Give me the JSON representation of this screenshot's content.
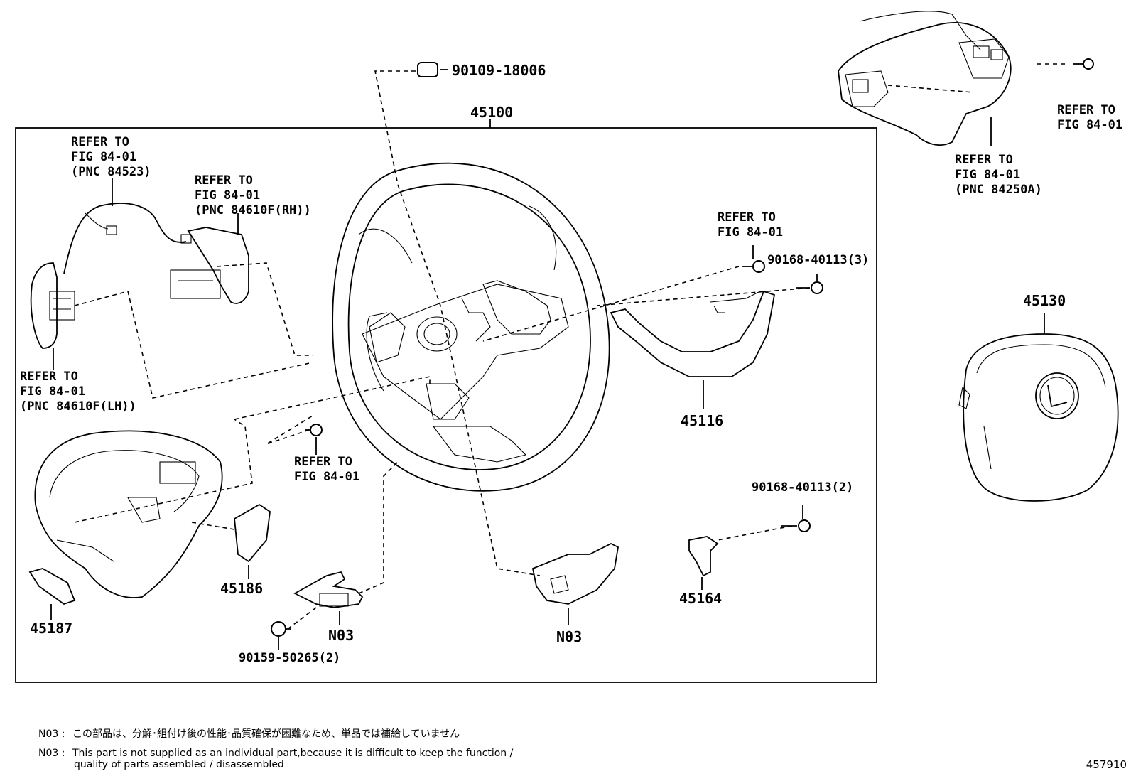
{
  "assembly_number": "45100",
  "part_numbers": {
    "bolt_90109": "90109-18006",
    "steering_wheel_cover": "45116",
    "screw_90168_3": "90168-40113(3)",
    "horn_pad": "45130",
    "lower_cover": "45186",
    "lower_garnish": "45187",
    "screw_90168_2": "90168-40113(2)",
    "spiral_bracket": "45164",
    "n03_left": "N03",
    "n03_right": "N03",
    "bolt_90159": "90159-50265(2)"
  },
  "references": {
    "pnc_84523": [
      "REFER TO",
      "FIG 84-01",
      "(PNC 84523)"
    ],
    "pnc_84610f_rh": [
      "REFER TO",
      "FIG 84-01",
      "(PNC 84610F(RH))"
    ],
    "pnc_84610f_lh": [
      "REFER TO",
      "FIG 84-01",
      "(PNC 84610F(LH))"
    ],
    "fig_right_switch": [
      "REFER TO",
      "FIG 84-01"
    ],
    "fig_center_screw": [
      "REFER TO",
      "FIG 84-01"
    ],
    "fig_top_right": [
      "REFER TO",
      "FIG 84-01"
    ],
    "pnc_84250a": [
      "REFER TO",
      "FIG 84-01",
      "(PNC 84250A)"
    ]
  },
  "notes": {
    "code_jp": "N03 :",
    "text_jp": "この部品は、分解･組付け後の性能･品質確保が困難なため、単品では補給していません",
    "code_en": "N03 :",
    "text_en_1": "This part is not supplied as an individual part,because it is difficult to keep the function /",
    "text_en_2": "quality of parts assembled / disassembled"
  },
  "catalog_id": "457910"
}
